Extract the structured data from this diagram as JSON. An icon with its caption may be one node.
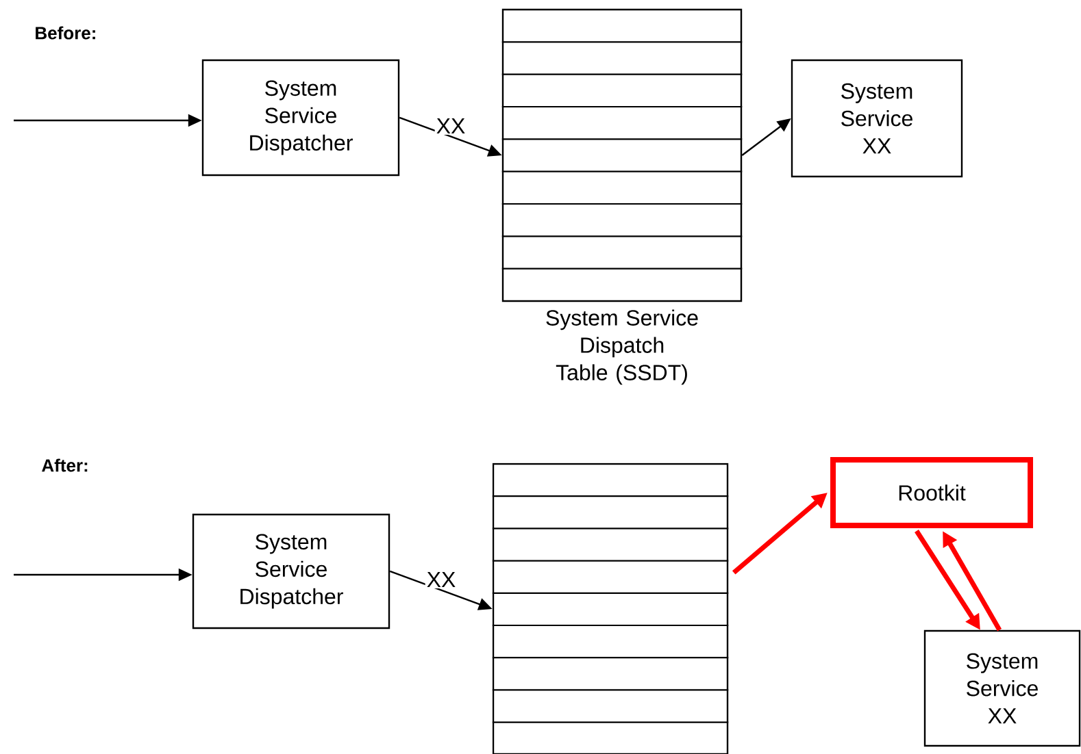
{
  "diagram": {
    "nodes": [
      {
        "text": [
          "System Service Dispatcher"
        ]
      },
      {
        "text": [],
        "shape": "table",
        "beside": [
          "System Service Dispatch Table (SSDT)"
        ]
      },
      {
        "text": [
          "System Service XX"
        ]
      },
      {
        "text": [
          "System Service Dispatcher"
        ]
      },
      {
        "text": [],
        "shape": "table"
      },
      {
        "text": [
          "Rootkit"
        ]
      },
      {
        "text": [
          "System Service XX"
        ]
      }
    ],
    "edges": [
      {
        "from": null,
        "to": 0,
        "arrow": "to"
      },
      {
        "from": 0,
        "to": 1,
        "arrow": "to",
        "label": "XX"
      },
      {
        "from": 1,
        "to": 2,
        "arrow": "to"
      },
      {
        "from": null,
        "to": 3,
        "arrow": "to"
      },
      {
        "from": 3,
        "to": 4,
        "arrow": "to",
        "label": "XX"
      },
      {
        "from": 4,
        "to": 5,
        "arrow": "to",
        "style": "thick",
        "color": "#ff0000"
      },
      {
        "from": 5,
        "to": 6,
        "arrow": "to",
        "style": "thick",
        "color": "#ff0000"
      },
      {
        "from": 6,
        "to": 5,
        "arrow": "to",
        "style": "thick",
        "color": "#ff0000"
      }
    ],
    "labels": [
      "Before:",
      "After:"
    ]
  }
}
